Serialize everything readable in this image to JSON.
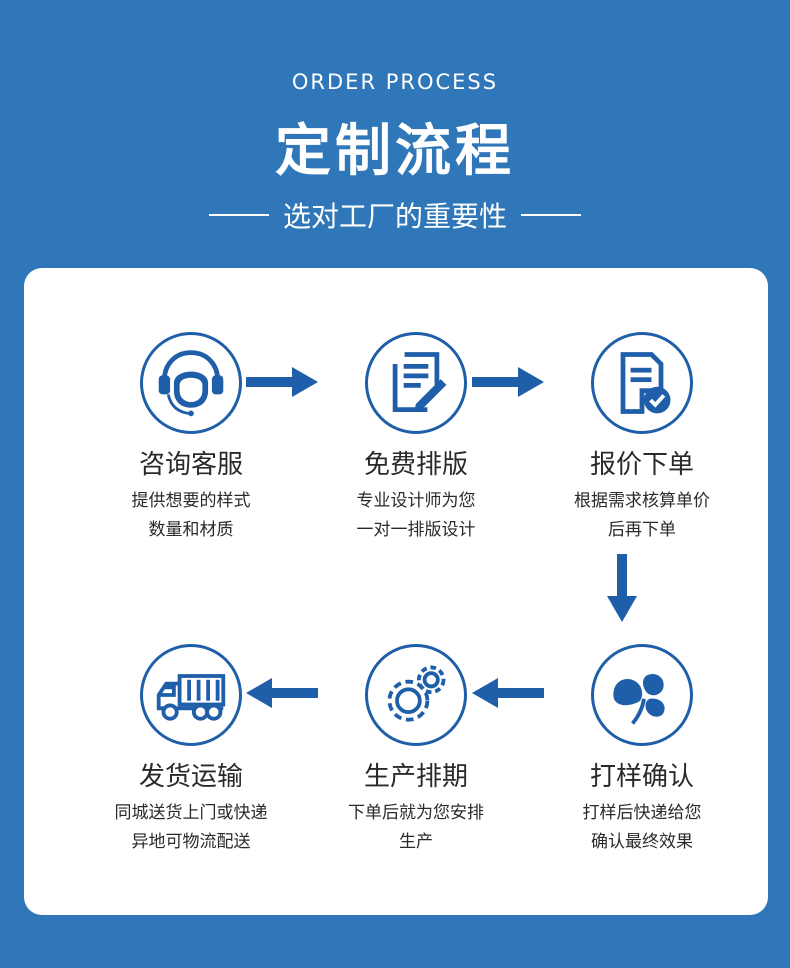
{
  "header": {
    "en_title": "ORDER PROCESS",
    "zh_title": "定制流程",
    "subtitle": "选对工厂的重要性"
  },
  "colors": {
    "background": "#2f77b8",
    "accent": "#1f5ea8",
    "card": "#ffffff"
  },
  "steps": [
    {
      "icon": "headset-agent-icon",
      "title": "咨询客服",
      "desc1": "提供想要的样式",
      "desc2": "数量和材质"
    },
    {
      "icon": "document-edit-icon",
      "title": "免费排版",
      "desc1": "专业设计师为您",
      "desc2": "一对一排版设计"
    },
    {
      "icon": "document-check-icon",
      "title": "报价下单",
      "desc1": "根据需求核算单价",
      "desc2": "后再下单"
    },
    {
      "icon": "clover-leaf-icon",
      "title": "打样确认",
      "desc1": "打样后快递给您",
      "desc2": "确认最终效果"
    },
    {
      "icon": "gears-icon",
      "title": "生产排期",
      "desc1": "下单后就为您安排",
      "desc2": "生产"
    },
    {
      "icon": "truck-icon",
      "title": "发货运输",
      "desc1": "同城送货上门或快递",
      "desc2": "异地可物流配送"
    }
  ]
}
